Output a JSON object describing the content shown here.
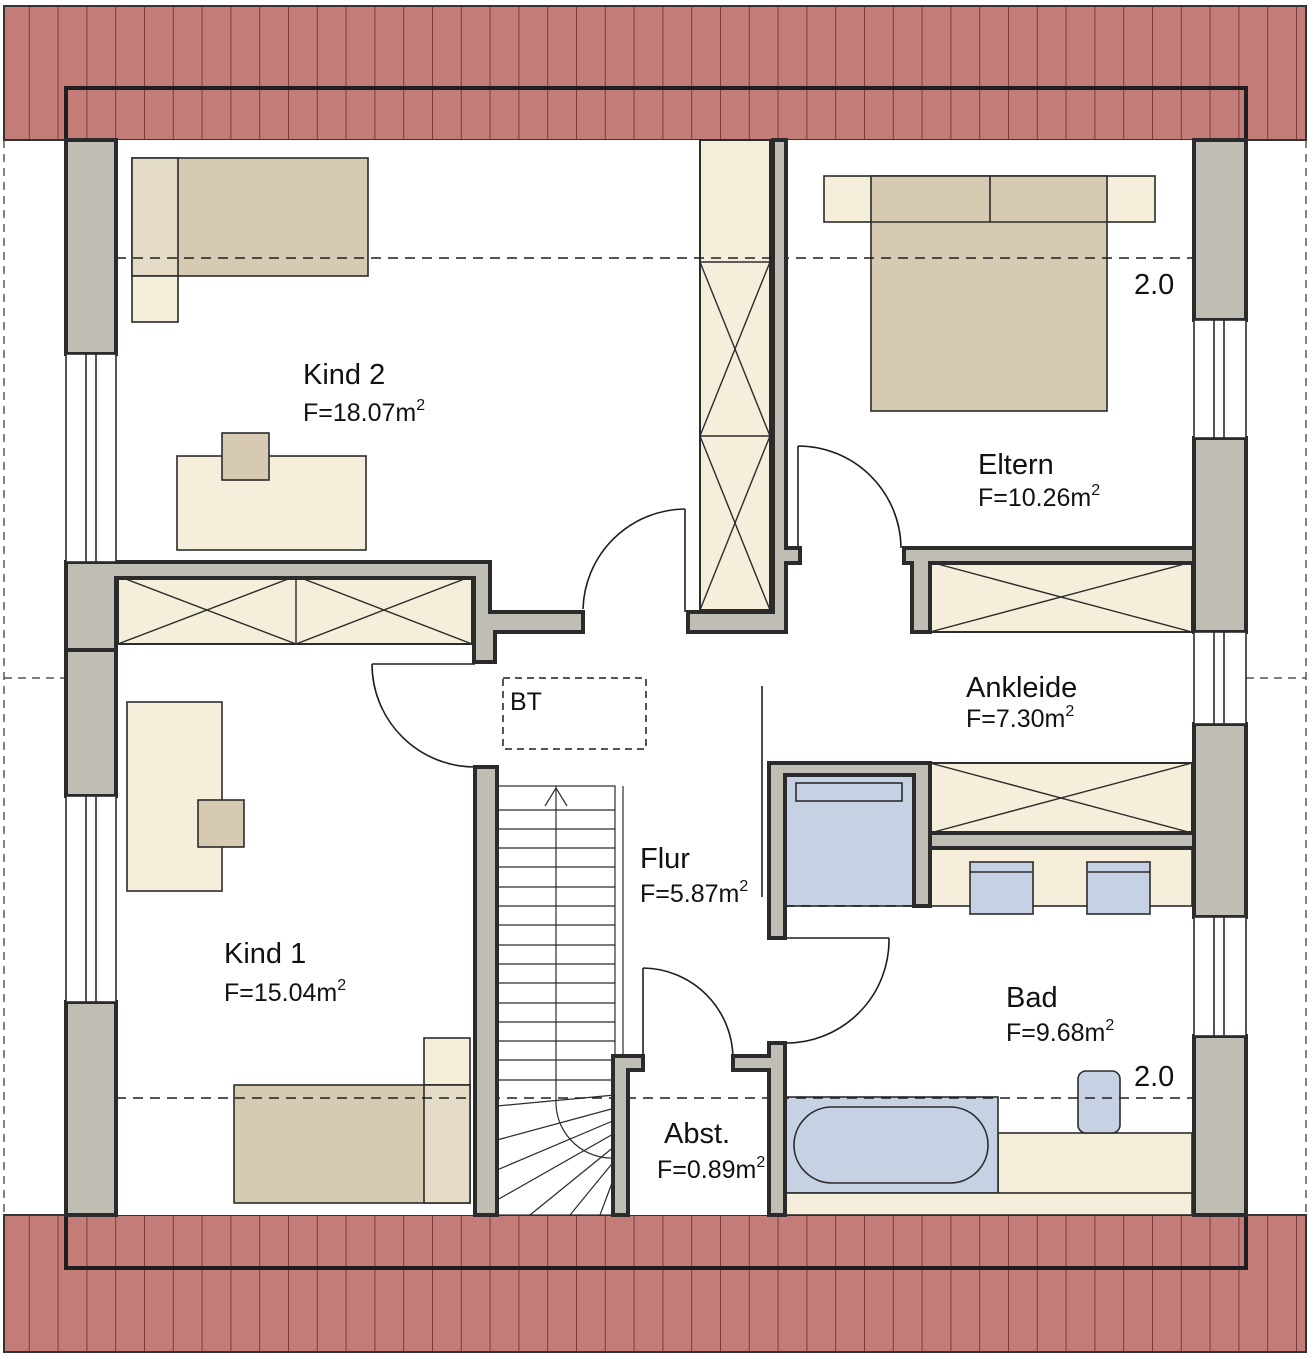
{
  "rooms": {
    "kind2": {
      "name": "Kind 2",
      "area": "F=18.07m",
      "unit_sup": "2"
    },
    "eltern": {
      "name": "Eltern",
      "area": "F=10.26m",
      "unit_sup": "2"
    },
    "ankleide": {
      "name": "Ankleide",
      "area": "F=7.30m",
      "unit_sup": "2"
    },
    "kind1": {
      "name": "Kind 1",
      "area": "F=15.04m",
      "unit_sup": "2"
    },
    "flur": {
      "name": "Flur",
      "area": "F=5.87m",
      "unit_sup": "2"
    },
    "bad": {
      "name": "Bad",
      "area": "F=9.68m",
      "unit_sup": "2"
    },
    "abst": {
      "name": "Abst.",
      "area": "F=0.89m",
      "unit_sup": "2"
    }
  },
  "annotations": {
    "height_mark_top": "2.0",
    "height_mark_bottom": "2.0",
    "bt_label": "BT"
  },
  "colors": {
    "roof": "#c47c79",
    "roof_line": "#7a3b3a",
    "wall": "#c0bdb5",
    "wall_stroke": "#2b2b2b",
    "wardrobe": "#f4eedb",
    "furniture": "#d6cbb2",
    "sanitary": "#c6d1e3"
  }
}
